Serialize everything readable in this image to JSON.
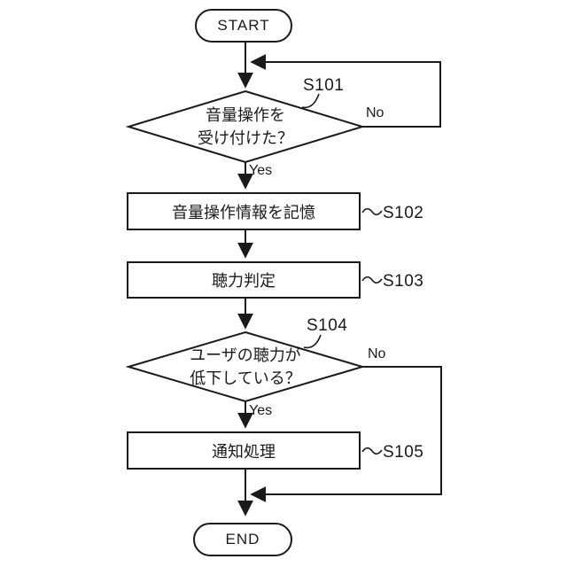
{
  "flowchart": {
    "background_color": "#ffffff",
    "line_color": "#1a1a1a",
    "nodes": {
      "start": {
        "label": "START"
      },
      "s101": {
        "step_id": "S101",
        "text_line1": "音量操作を",
        "text_line2": "受け付けた？",
        "branch_no": "No",
        "branch_yes": "Yes"
      },
      "s102": {
        "step_id": "S102",
        "label": "音量操作情報を記憶"
      },
      "s103": {
        "step_id": "S103",
        "label": "聴力判定"
      },
      "s104": {
        "step_id": "S104",
        "text_line1": "ユーザの聴力が",
        "text_line2": "低下している？",
        "branch_no": "No",
        "branch_yes": "Yes"
      },
      "s105": {
        "step_id": "S105",
        "label": "通知処理"
      },
      "end": {
        "label": "END"
      }
    }
  }
}
